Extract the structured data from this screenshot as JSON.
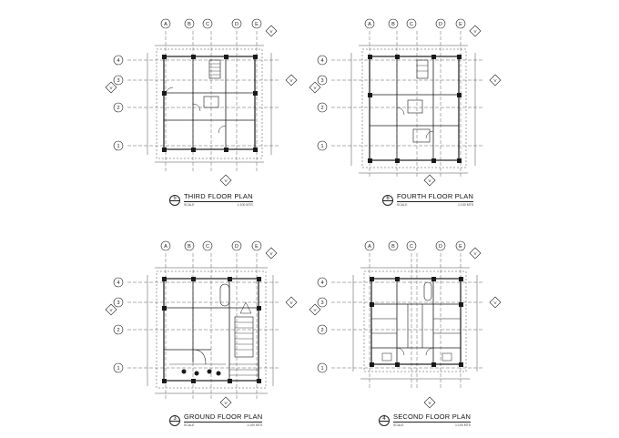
{
  "plans": [
    {
      "title": "THIRD FLOOR PLAN",
      "number": "5",
      "scale_label": "SCALE",
      "scale_value": "1:100 MTS"
    },
    {
      "title": "FOURTH FLOOR PLAN",
      "number": "6",
      "scale_label": "SCALE",
      "scale_value": "1:100 MTS"
    },
    {
      "title": "GROUND FLOOR PLAN",
      "number": "3",
      "scale_label": "SCALE",
      "scale_value": "1:100 MTS"
    },
    {
      "title": "SECOND FLOOR PLAN",
      "number": "4",
      "scale_label": "SCALE",
      "scale_value": "1:100 MTS"
    }
  ],
  "grid_letters": [
    "A",
    "B",
    "C",
    "D",
    "E"
  ],
  "grid_numbers": [
    "4",
    "3",
    "2",
    "1"
  ],
  "section_marker": "V",
  "colors": {
    "line": "#1a1a1a",
    "paper": "#ffffff"
  }
}
